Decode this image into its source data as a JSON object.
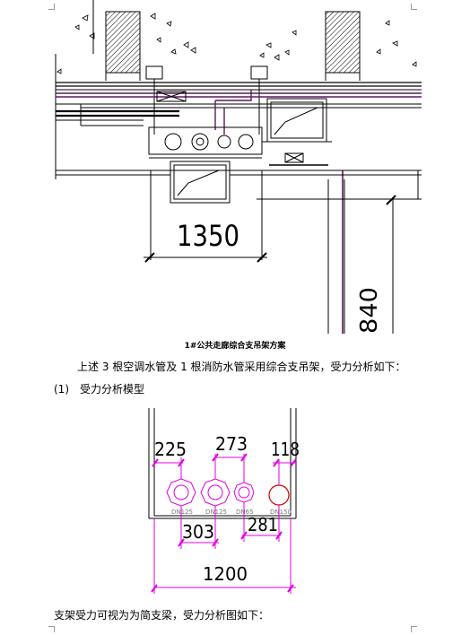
{
  "drawing1": {
    "dim_1350": "1350",
    "dim_840": "840"
  },
  "caption": "1#公共走廊综合支吊架方案",
  "paragraph1": "上述 3 根空调水管及 1 根消防水管采用综合支吊架，受力分析如下：",
  "section": {
    "number": "(1)",
    "title": "受力分析模型"
  },
  "drawing2": {
    "dims": {
      "d225": "225",
      "d273": "273",
      "d118": "118",
      "d303": "303",
      "d281": "281",
      "d1200": "1200"
    },
    "pipes": [
      "DN125",
      "DN125",
      "DN65",
      "DN150"
    ]
  },
  "paragraph2": "支架受力可视为为简支梁，受力分析图如下：",
  "colors": {
    "dimension": "#e000e0",
    "fire_pipe": "#d40000",
    "lines": "#000000",
    "purple_line": "#5a1a5a"
  }
}
